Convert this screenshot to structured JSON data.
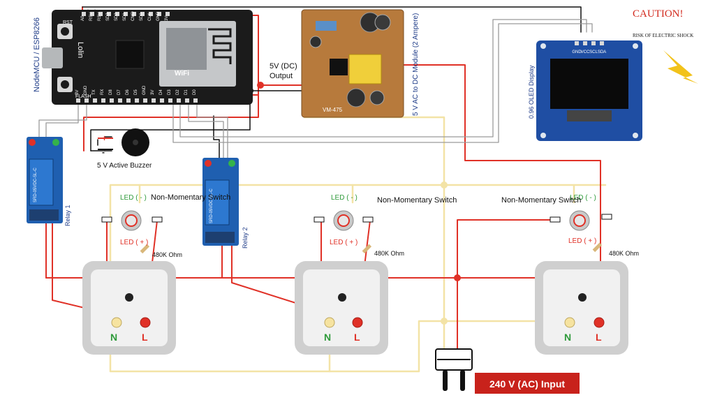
{
  "caution": {
    "title": "CAUTION!",
    "subtitle": "RISK OF ELECTRIC SHOCK"
  },
  "nodemcu": {
    "side_label": "NodeMCU / ESP8266",
    "board_text_1": "Lolin",
    "board_text_2": "WiFi",
    "top_pins": [
      "A0",
      "RSV",
      "RSV",
      "SD3",
      "SD2",
      "SD1",
      "CMD",
      "SD0",
      "CLK",
      "GND",
      "3V"
    ],
    "bottom_pins": [
      "3V",
      "GND",
      "TX",
      "RX",
      "D8",
      "D7",
      "D6",
      "D5",
      "GND",
      "3V",
      "D4",
      "D3",
      "D2",
      "D1",
      "D0"
    ],
    "buttons": [
      "RST",
      "FLASH"
    ]
  },
  "power_module": {
    "output_label_line1": "5V (DC)",
    "output_label_line2": "Output",
    "side_label": "5 V AC to DC Module (2 Ampere)",
    "board_marking": "VM-475"
  },
  "oled": {
    "pins": [
      "GND",
      "VCC",
      "SCL",
      "SDA"
    ],
    "side_label": "0.96 OLED Display"
  },
  "buzzer": {
    "label": "5 V Active Buzzer",
    "plus": "+",
    "minus": "-"
  },
  "relays": [
    {
      "label": "Relay 1",
      "marking": "SRD-05VDC-SL-C"
    },
    {
      "label": "Relay 2",
      "marking": "SRD-05VDC-SL-C"
    }
  ],
  "switch_groups": [
    {
      "switch_label": "Non-Momentary Switch",
      "led_minus": "LED ( - )",
      "led_plus": "LED ( + )",
      "resistor": "480K Ohm"
    },
    {
      "switch_label": "Non-Momentary Switch",
      "led_minus": "LED ( - )",
      "led_plus": "LED ( + )",
      "resistor": "480K Ohm"
    },
    {
      "switch_label": "Non-Momentary Switch",
      "led_minus": "LED ( - )",
      "led_plus": "LED ( + )",
      "resistor": "480K Ohm"
    }
  ],
  "sockets": [
    {
      "neutral": "N",
      "live": "L"
    },
    {
      "neutral": "N",
      "live": "L"
    },
    {
      "neutral": "N",
      "live": "L"
    }
  ],
  "ac_input_label": "240 V (AC) Input",
  "colors": {
    "live_wire": "#e03127",
    "neutral_wire": "#f3e3a6",
    "signal_wire": "#9a9a9a",
    "black_wire": "#111111",
    "board_dark": "#1b1b1b",
    "relay_blue": "#1f5fb0",
    "oled_blue": "#1f4ea3",
    "pcb_brown": "#b77a3c",
    "caution_red": "#d22a1e",
    "ac_label_bg": "#c8221b",
    "neutral_text": "#2e9a3a",
    "warning_yellow": "#f2c21a"
  }
}
